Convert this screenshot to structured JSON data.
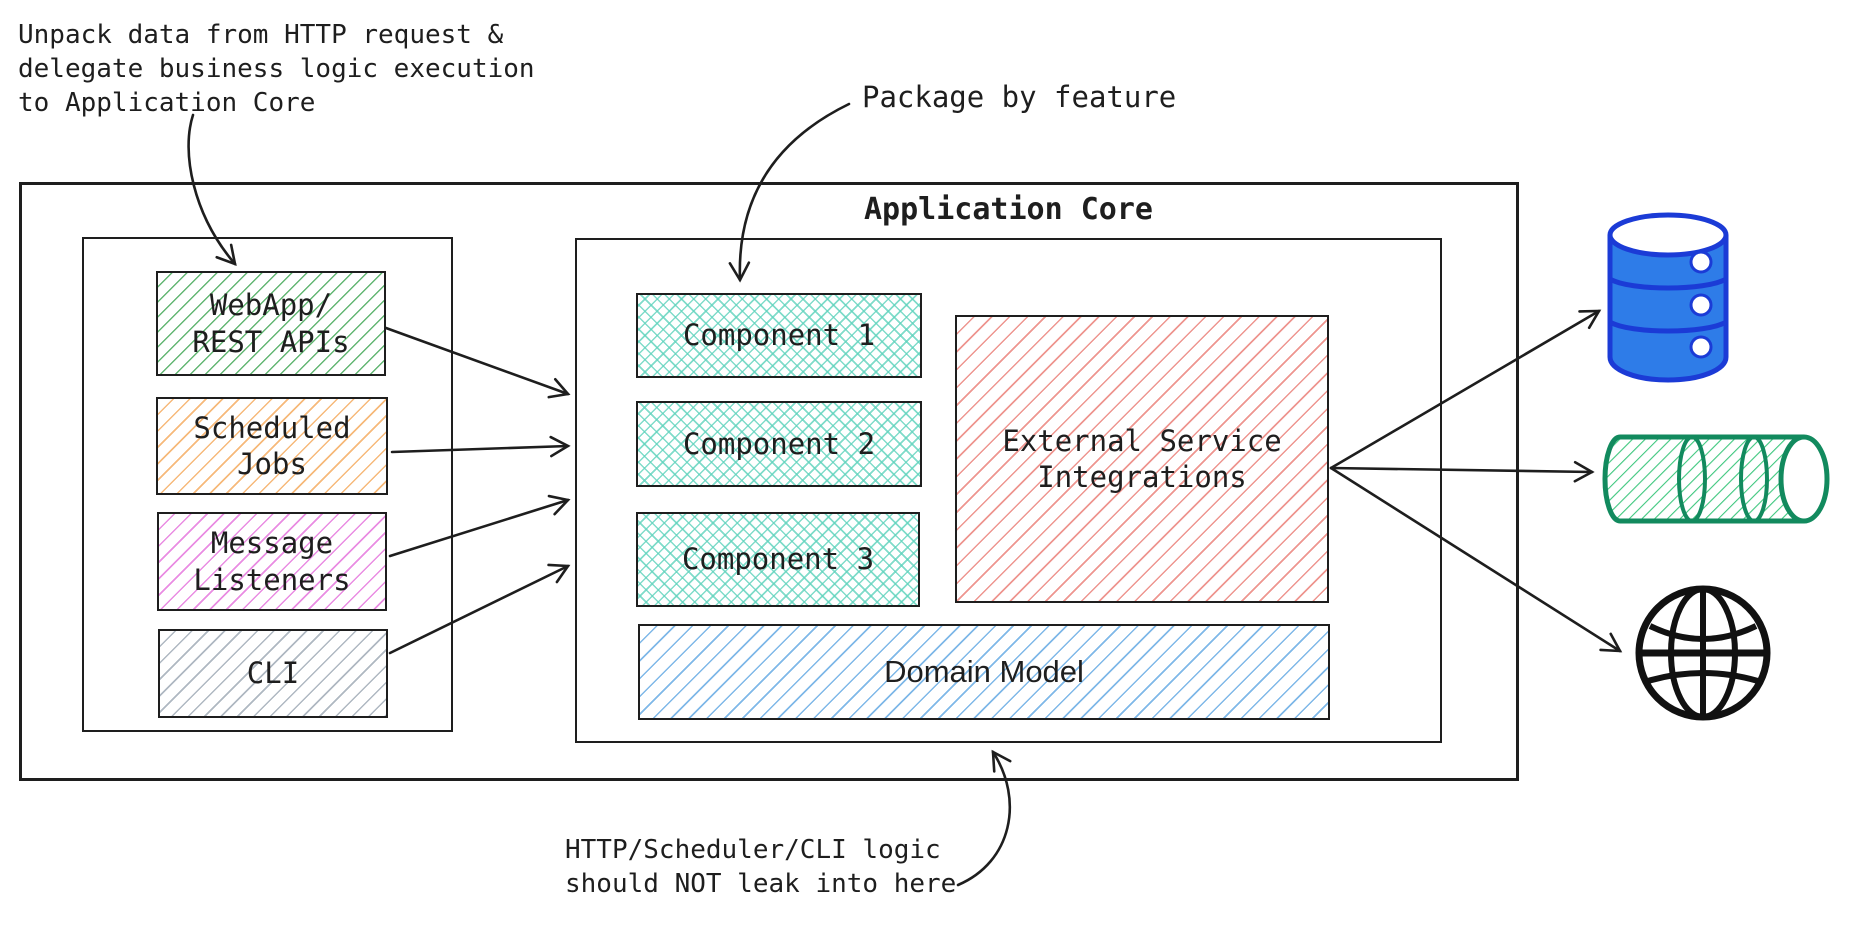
{
  "annotations": {
    "unpack": "Unpack data from HTTP request &\ndelegate business logic execution\nto Application Core",
    "package": "Package by feature",
    "no_leak": "HTTP/Scheduler/CLI logic\nshould NOT leak into here"
  },
  "adapters": {
    "webapp": "WebApp/\nREST APIs",
    "scheduled": "Scheduled\nJobs",
    "message": "Message\nListeners",
    "cli": "CLI"
  },
  "core": {
    "title": "Application Core",
    "components": [
      "Component 1",
      "Component 2",
      "Component 3"
    ],
    "external_service": "External Service\nIntegrations",
    "domain_model": "Domain Model"
  },
  "icons": {
    "database": "database-icon",
    "queue": "queue-cylinder-icon",
    "globe": "globe-icon"
  },
  "colors": {
    "ink": "#1e1e1e",
    "webapp_hatch": "#2f9e44",
    "scheduled_hatch": "#f5ad63",
    "message_hatch": "#e05cd6",
    "cli_hatch": "#9ba6b2",
    "component_hatch": "#60d3bd",
    "external_hatch": "#e8726a",
    "domain_hatch": "#54a0e0",
    "database_fill": "#2e7ce8",
    "database_stroke": "#1b3bd6",
    "queue_stroke": "#128a5e",
    "queue_hatch": "#3ec77e",
    "globe_stroke": "#111111"
  }
}
